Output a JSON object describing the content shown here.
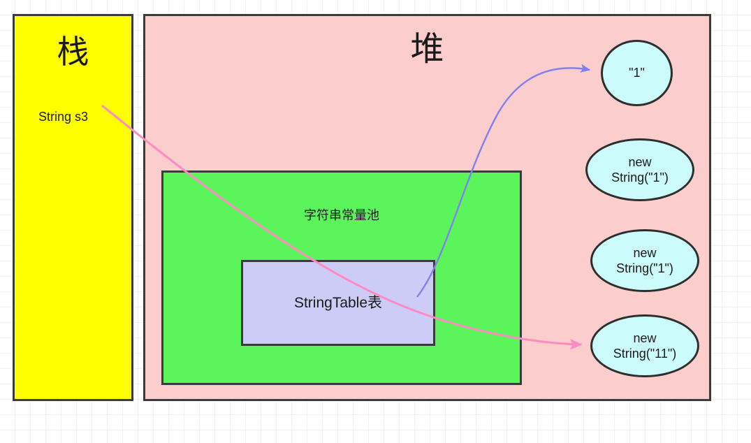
{
  "diagram": {
    "title_stack": "栈",
    "title_heap": "堆",
    "title_pool": "字符串常量池",
    "title_table": "StringTable表",
    "stack_variable": "String s3",
    "nodes": [
      {
        "label": "\"1\"",
        "shape": "circle"
      },
      {
        "label": "new\nString(\"1\")",
        "shape": "ellipse"
      },
      {
        "label": "new\nString(\"1\")",
        "shape": "ellipse"
      },
      {
        "label": "new\nString(\"11\")",
        "shape": "ellipse"
      }
    ],
    "arrows": [
      {
        "name": "stringtable-to-literal-1",
        "color": "#8080f0",
        "from": "StringTable表",
        "to": "\"1\""
      },
      {
        "name": "s3-to-new-string-11",
        "color": "#ff8ac4",
        "from": "String s3",
        "to": "new String(\"11\")"
      }
    ],
    "colors": {
      "stack_fill": "#ffff00",
      "heap_fill": "#fbcdcd",
      "pool_fill": "#5bf55b",
      "table_fill": "#ccccf7",
      "node_fill": "#ccfbfb",
      "border": "#3b3b3b",
      "arrow_blue": "#8080f0",
      "arrow_pink": "#ff8ac4"
    }
  }
}
